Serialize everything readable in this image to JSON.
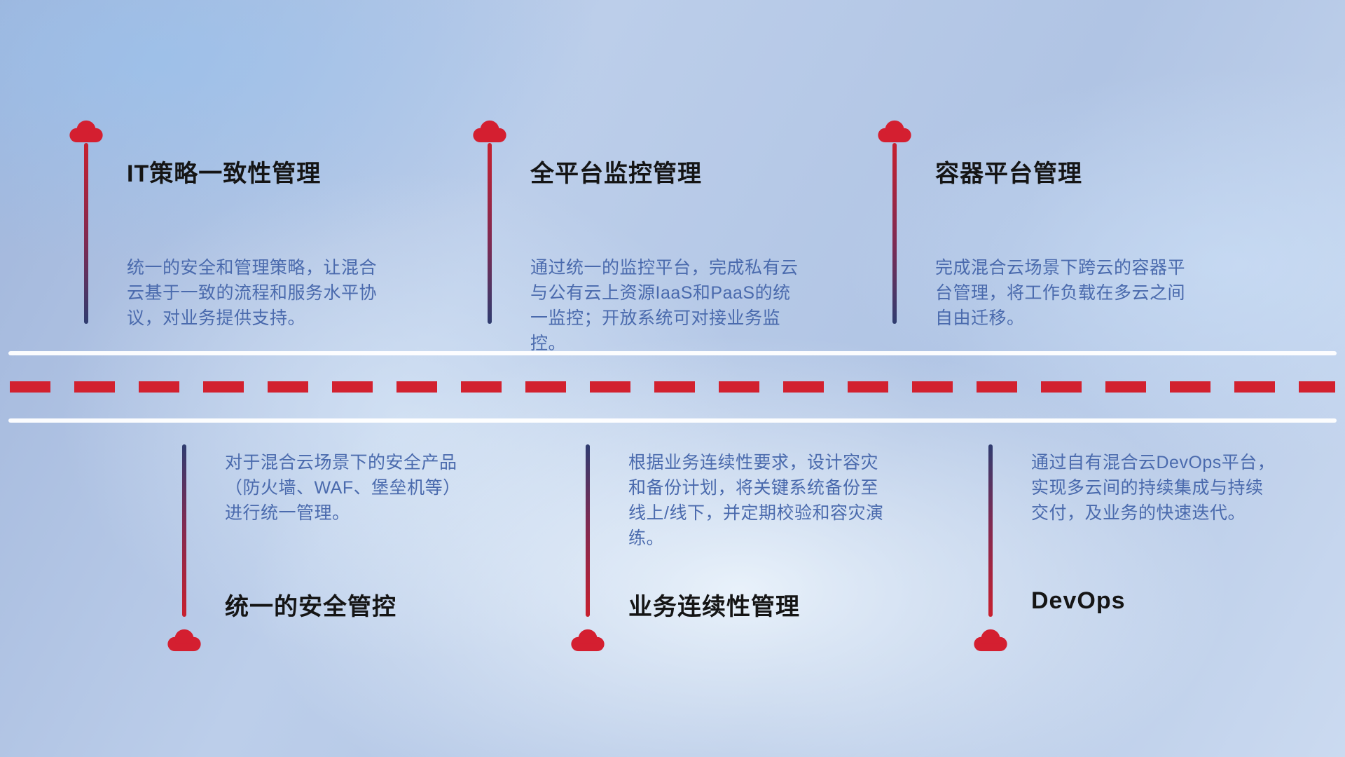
{
  "top_items": [
    {
      "icon": "cloud-icon",
      "title": "IT策略一致性管理",
      "description": "统一的安全和管理策略，让混合云基于一致的流程和服务水平协议，对业务提供支持。"
    },
    {
      "icon": "cloud-icon",
      "title": "全平台监控管理",
      "description": "通过统一的监控平台，完成私有云与公有云上资源IaaS和PaaS的统一监控；开放系统可对接业务监控。"
    },
    {
      "icon": "cloud-icon",
      "title": "容器平台管理",
      "description": "完成混合云场景下跨云的容器平台管理，将工作负载在多云之间自由迁移。"
    }
  ],
  "bottom_items": [
    {
      "icon": "cloud-icon",
      "title": "统一的安全管控",
      "description": "对于混合云场景下的安全产品（防火墙、WAF、堡垒机等）进行统一管理。"
    },
    {
      "icon": "cloud-icon",
      "title": "业务连续性管理",
      "description": "根据业务连续性要求，设计容灾和备份计划，将关键系统备份至线上/线下，并定期校验和容灾演练。"
    },
    {
      "icon": "cloud-icon",
      "title": "DevOps",
      "description": "通过自有混合云DevOps平台，实现多云间的持续集成与持续交付，及业务的快速迭代。"
    }
  ],
  "colors": {
    "cloud": "#d41f30",
    "connector_top": "#c8202e",
    "connector_bottom": "#2f3c70",
    "title_text": "#151515",
    "description_text": "#4a6aad",
    "road_line": "#ffffff",
    "road_dash": "#d2212f"
  }
}
